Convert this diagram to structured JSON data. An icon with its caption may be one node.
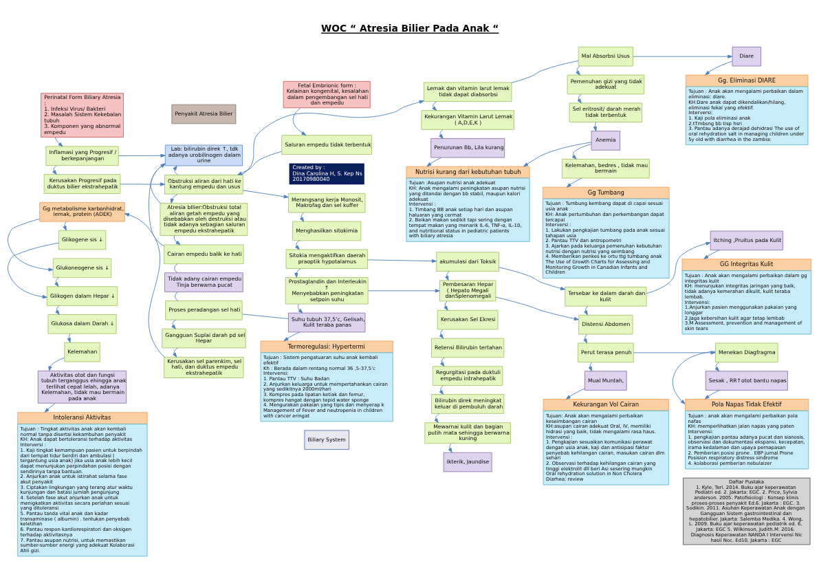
{
  "diagram": {
    "title": "WOC “ Atresia Bilier Pada Anak “",
    "nodes": [
      {
        "text": [
          "Perinatal Form Biliary Atresia :",
          "1. Infeksi Virus/ Bakteri",
          "2. Masalah Sistem Kekebalan tubuh",
          "3. Komponen yang abnormal empedu"
        ]
      },
      {
        "text": [
          "Penyakit Atresia Bilier"
        ]
      },
      {
        "text": [
          "Fetal Embrionic form : Kelainan kongenital, kesalahan dalam pengembangan sel hati dan empedu"
        ]
      },
      {
        "text": [
          "Saluran empedu tidak terbentuk"
        ]
      },
      {
        "text": [
          "Lab: bilirubin direk ↑, tdk adanya urobilinogen dalam urine"
        ]
      },
      {
        "text": [
          "Created by :",
          "Dina Carolina H, S. Kep Ns",
          "20170980040"
        ]
      },
      {
        "text": [
          "Inflamasi yang Progresif / berkepanjangan"
        ]
      },
      {
        "text": [
          "Kerusakan Progresif pada duktus bilier ekstrahepatik"
        ]
      },
      {
        "text": [
          "Obstruksi aliran dari hati ke kantung empedu dan usus"
        ]
      },
      {
        "text": [
          "Atresia bIlier:Obstruksi total aliran getah empedu yang disebabkan oleh destruksi atau tidak adanya sebagian saluran empedu ekstrahepatik"
        ]
      },
      {
        "text": [
          "Gg metabolisme karbonhidrat, lemak, protein (ADEK)"
        ]
      },
      {
        "text": [
          "Glikogene sis ↓"
        ]
      },
      {
        "text": [
          "Glukoneogene sis ↓"
        ]
      },
      {
        "text": [
          "Glikogen dalam Hepar ↓"
        ]
      },
      {
        "text": [
          "Glukosa dalam Darah ↓"
        ]
      },
      {
        "text": [
          "Kelemahan"
        ]
      },
      {
        "text": [
          "Aktivitas otot dan fungsi tubuh terganggus ehingga anak terlihat cepat lelah, adanya Kelemahan, tidak mau bermain pada anak"
        ]
      },
      {
        "text": [
          "Intoleransi Aktivitas",
          "Tujuan : Tingkat aktivitas anak akan kembali normal tanpa disertai kekambuhan penyakit",
          "KH: Anak dapat bertoleransi terhadap aktivitas",
          "Interversi :",
          "1. Kaji tingkat kemampuan pasien untuk berpindah dari tempat tidur berdiri dan ambulasi ( tergantung usia anak) jika usia anak lebih kecil dapat menunjukan perpindahan posisi dengan sendirinya tanpa bantuan.",
          "2. Anjurkan anak untuk istirahat selama fase akut penyakit",
          "3. Ciptakan lingkungan yang terang atur waktu kunjungan dan batasi jumlah pengunjung",
          "4. Setelah fase akut anjurkan anak untuk menigkatkan aktivitas secara perlahan sesuai yang ditoleransi",
          "5. Pantau tanda vital anak dan kadar transaminase ( albumin) . tentukan penyebab keletihan",
          "6. Pantau respon kardiorespiratori dan oksigen terhadap aktivitasnya",
          "7. Pantau asupan nutrisi, untuk memastikan sumber-sumber energi yang adekuat Kolaborasi Ahli gizi."
        ]
      },
      {
        "text": [
          "Cairan empedu balik ke hati"
        ]
      },
      {
        "text": [
          "Tidak adany cairan empedu Tinja berwarna pucat"
        ]
      },
      {
        "text": [
          "Proses peradangan sel hati"
        ]
      },
      {
        "text": [
          "Gangguan Suplai darah pd sel Hepar"
        ]
      },
      {
        "text": [
          "Kerusakan sel parenkim, sel hati, dan duktus empedu ekstrahepatik"
        ]
      },
      {
        "text": [
          "Lemak dan vitamin larut lemak tidak dapat diabsorbsi"
        ]
      },
      {
        "text": [
          "Kekurangan Vitamin Larut Lemak ( A,D,E,K )"
        ]
      },
      {
        "text": [
          "Penurunan Bb, Lila kurang"
        ]
      },
      {
        "text": [
          "Nutrisi kurang dari kebutuhan tubuh",
          "Tujuan :Asupan nutrisi anak adekuat",
          "KH: Anak mengalami peningkatan asupan nutrisi yang ditandai dengan bb stabil, maupun kalori adekuat",
          "Intervensi :",
          "1. Timbang BB anak setiap hari dan asupan haluaran yang cermat",
          "2. Beikan makan sedikit tapi sering dengan tempat makan yang menarik IL-6, TNF-α, IL-10, and nutritional status in pediatric patients with biliary atresia"
        ]
      },
      {
        "text": [
          "Merangsang kerja Monosit, Makrofag dan sel kuffer"
        ]
      },
      {
        "text": [
          "Menghasilkan sitokimia"
        ]
      },
      {
        "text": [
          "Sitokia mengaktifkan daerah praoptik hypotalamus"
        ]
      },
      {
        "text": [
          "Prostaglandin dan Interleukin ↑",
          "Menyebabkan peningkatan setpoin suhu"
        ]
      },
      {
        "text": [
          "Suhu tubuh 37,5’c, Gelisah, Kulit teraba panas"
        ]
      },
      {
        "text": [
          "Termoregulasi: Hypertermi",
          "Tujuan : Sistem pengatuaran suhu anak kembali efektif",
          "Kh : Berada dalam rentang normal 36 ,5-37,5’c",
          "Intervensi:",
          "1. Pantau TTV : Suhu Badan",
          "2. Anjurkan keluarga untuk mempertahankan cairan yang sedikitnya 2000ml/hari",
          "3. Kompres pada lipatan ketiak dan femur, kompres hangat dengan tepid water sponge",
          "4. Mengurakan pakaian yang tipis dan menyerap k Management of Fever and neutropenia in children with cancer eringat"
        ]
      },
      {
        "text": [
          "Biliary System"
        ]
      },
      {
        "text": [
          "akumulasi dari Toksik"
        ]
      },
      {
        "text": [
          "Pembesaran Hepar",
          "( Hepato Megali danSplenomegali"
        ]
      },
      {
        "text": [
          "Kerusakan Sel Ekresi"
        ]
      },
      {
        "text": [
          "Retensi Bilirubin tertahan"
        ]
      },
      {
        "text": [
          "Regurgitasi pada duktuli empedu intrahepatik"
        ]
      },
      {
        "text": [
          "Bilirubin direk meningkat keluar di pembuluh darah"
        ]
      },
      {
        "text": [
          "Mewarnai kulit dan bagian putih mata sehingga berwarna kuning"
        ]
      },
      {
        "text": [
          "Ikterik, Jaundise"
        ]
      },
      {
        "text": [
          "Tersebar ke dalam darah dan kulit"
        ]
      },
      {
        "text": [
          "Itching ,Pruitus pada Kulit"
        ]
      },
      {
        "text": [
          "GG Integritas Kulit",
          "Tujuan : Anak akan mengalami perbaikan dalam gg integritas kulit",
          "KH: menunjukan integritas jaringan yang baik, tidak adanya kemerahan dikulit, kulit teraba lembab.",
          "Intervensi:",
          "1.Anjurkan pasien menggunakan pakaian yang longgar",
          "2.Jaga kebersihan kulit agar tetap lembab",
          "3.M Assessment, prevention and management of skin tears"
        ]
      },
      {
        "text": [
          "Distensi Abdomen"
        ]
      },
      {
        "text": [
          "Perut terasa penuh"
        ]
      },
      {
        "text": [
          "Menekan Diagfragma"
        ]
      },
      {
        "text": [
          "Mual Muntah,"
        ]
      },
      {
        "text": [
          "Sesak , RR↑otot bantu napas"
        ]
      },
      {
        "text": [
          "Kekurangan Vol Cairan",
          "Tujuan: Anak akan mengalami perbaikan keseimbangan cairan",
          "KH:asupan cairan adekuat Oral, IV, memiliki hidrasi yang baik, tidak mengalami rasa haus.",
          "Intervensi :",
          "1. Pengkajian sesuaikan komunikasi perawat dengan usia anak, kaji dan antisipasi faktor penyebab kehilangan cairan, masukan cairan dlm sehari",
          "2. Observasi terhadap kehilangan cairan yang tinggi elektrolit dll beri Asi sesering mungkin Oral rehydration solution in Non Cholera Diarhea: review"
        ]
      },
      {
        "text": [
          "Pola Napas Tidak Efektif",
          "Tujuan : anak akan mengalami perbaikan pola nafas",
          "KH: memperlihatkan jalan napas yang paten",
          "Intervensi:",
          "1. pengkajian pantau adanya pucat dan sianosis, observasi dan dokumentasi ekspansi, kecepatan, irama kedalaman dan upaya pernapasan",
          "2. Pemberian posisi prone . EBP jurnal Prone Posision respiratory distress sindrome",
          "4. kolaborasi pemberian nebulaizer"
        ]
      },
      {
        "text": [
          "Mal Absorbsi Usus"
        ]
      },
      {
        "text": [
          "Diare"
        ]
      },
      {
        "text": [
          "Gg. Eliminasi DIARE",
          "Tujuan : Anak akan mengalami perbaikan dalam eliminasi: diare.",
          "KH:Dare anak dapat dikendalikan/hilang, eliminasi fekal yang efektif.",
          "Interversi:",
          "1. Kaji pola eliminasi anak",
          "2.tTmbsng bb tisp hsri",
          "3. Pantau adanya derajad dehidrasi The use of oral rehydration salt in managing children under 5y old with diarrhea in the zambia:"
        ]
      },
      {
        "text": [
          "Pemenuhan gizi yang tidak adekuat"
        ]
      },
      {
        "text": [
          "Sel eritrosit/ darah merah tidak terbentuk"
        ]
      },
      {
        "text": [
          "Anemia"
        ]
      },
      {
        "text": [
          "Kelemahan, bedres , tidak mau bermain"
        ]
      },
      {
        "text": [
          "Gg Tumbang",
          "Tujuan : Tumbung kembang dapat di capai sesuai usia anak",
          "KH: Anak pertumbuhan dan perkembangan dapat tercapai",
          "Interversi :",
          "1. Lakukan pengkajian tumbang pada anak sesuai tahapan usia",
          "2. Pantau TTV dan antropometri",
          "3. Ajarkan pada keluarga pemenuhan kebutuhan nutrisi dengan nutrisi yang seimbang",
          "4. Memberikan penkes ke ortu ttg tumbang anak The Use of Growth Charts for Assessing and Monitoring Growth in Canadian Infants and Children"
        ]
      },
      {
        "text": [
          "Daftar Pustaka",
          "1. Kyle, Teri. 2014. Buku ajar keperawatan Pediatri ed. 2. Jakarta: EGC. 2. Price, Sylvia anderson. 2005. Patofisiologi : Konsep klinis proses-proses penyakit Ed.6. Jakarta : EGC. 3. Sodikin. 2011. Asuhan Keperawatan Anak dengan Gangguan Sistem gastrointestinal dan hepatobilier. Jakarta: Salemba Medika. 4. Wong, L. 2009. Buku ajar keperawatan pediatrik ed. 6, Jakarta: EGC 5. Wilkinson, Judith.M. 2016. Diagnosis Keperawatan NANDA I Intervensi Nic hasil Noc. Ed10, Jakarta : EGC"
        ]
      }
    ],
    "edges": [
      {
        "from": 0,
        "to": 6,
        "arrow": "to"
      },
      {
        "from": 6,
        "to": 7,
        "arrow": "to"
      },
      {
        "from": 6,
        "to": 4,
        "arrow": "to"
      },
      {
        "from": 2,
        "to": 3,
        "arrow": "to"
      },
      {
        "from": 7,
        "to": 8,
        "arrow": "to"
      },
      {
        "from": 3,
        "to": 8,
        "arrow": "to"
      },
      {
        "from": 8,
        "to": 4,
        "arrow": "to"
      },
      {
        "from": 8,
        "to": 23,
        "arrow": "to"
      },
      {
        "from": 8,
        "to": 27,
        "arrow": "to"
      },
      {
        "from": 8,
        "to": 9,
        "arrow": "to"
      },
      {
        "from": 9,
        "to": 4,
        "arrow": "to"
      },
      {
        "from": 9,
        "to": 18,
        "arrow": "to"
      },
      {
        "from": 18,
        "to": 4,
        "arrow": "to"
      },
      {
        "from": 18,
        "to": 19,
        "arrow": "none"
      },
      {
        "from": 19,
        "to": 20,
        "arrow": "none"
      },
      {
        "from": 20,
        "to": 21,
        "arrow": "to"
      },
      {
        "from": 21,
        "to": 22,
        "arrow": "to"
      },
      {
        "from": 20,
        "to": 31,
        "arrow": "none"
      },
      {
        "from": 22,
        "to": 10,
        "arrow": "to"
      },
      {
        "from": 10,
        "to": 11,
        "arrow": "to"
      },
      {
        "from": 10,
        "to": 12,
        "arrow": "to"
      },
      {
        "from": 11,
        "to": 13,
        "arrow": "to"
      },
      {
        "from": 12,
        "to": 13,
        "arrow": "to"
      },
      {
        "from": 13,
        "to": 14,
        "arrow": "to"
      },
      {
        "from": 14,
        "to": 15,
        "arrow": "to"
      },
      {
        "from": 15,
        "to": 16,
        "arrow": "to"
      },
      {
        "from": 16,
        "to": 17,
        "arrow": "to"
      },
      {
        "from": 27,
        "to": 28,
        "arrow": "to"
      },
      {
        "from": 28,
        "to": 29,
        "arrow": "to"
      },
      {
        "from": 29,
        "to": 30,
        "arrow": "to"
      },
      {
        "from": 29,
        "to": 34,
        "arrow": "to"
      },
      {
        "from": 30,
        "to": 31,
        "arrow": "to"
      },
      {
        "from": 30,
        "to": 35,
        "arrow": "to"
      },
      {
        "from": 31,
        "to": 32,
        "arrow": "to"
      },
      {
        "from": 34,
        "to": 35,
        "arrow": "to"
      },
      {
        "from": 34,
        "to": 42,
        "arrow": "to"
      },
      {
        "from": 35,
        "to": 36,
        "arrow": "to"
      },
      {
        "from": 35,
        "to": 45,
        "arrow": "to"
      },
      {
        "from": 36,
        "to": 37,
        "arrow": "to"
      },
      {
        "from": 37,
        "to": 38,
        "arrow": "to"
      },
      {
        "from": 38,
        "to": 39,
        "arrow": "to"
      },
      {
        "from": 39,
        "to": 40,
        "arrow": "to"
      },
      {
        "from": 40,
        "to": 41,
        "arrow": "to"
      },
      {
        "from": 42,
        "to": 43,
        "arrow": "to"
      },
      {
        "from": 42,
        "to": 45,
        "arrow": "to"
      },
      {
        "from": 43,
        "to": 44,
        "arrow": "to"
      },
      {
        "from": 45,
        "to": 46,
        "arrow": "to"
      },
      {
        "from": 46,
        "to": 47,
        "arrow": "to"
      },
      {
        "from": 46,
        "to": 48,
        "arrow": "to"
      },
      {
        "from": 47,
        "to": 49,
        "arrow": "to"
      },
      {
        "from": 47,
        "to": 51,
        "arrow": "to"
      },
      {
        "from": 49,
        "to": 51,
        "arrow": "to"
      },
      {
        "from": 48,
        "to": 50,
        "arrow": "to"
      },
      {
        "from": 23,
        "to": 24,
        "arrow": "to"
      },
      {
        "from": 24,
        "to": 25,
        "arrow": "to"
      },
      {
        "from": 25,
        "to": 26,
        "arrow": "to"
      },
      {
        "from": 23,
        "to": 52,
        "arrow": "none"
      },
      {
        "from": 52,
        "to": 53,
        "arrow": "to"
      },
      {
        "from": 53,
        "to": 54,
        "arrow": "to"
      },
      {
        "from": 52,
        "to": 55,
        "arrow": "to"
      },
      {
        "from": 55,
        "to": 56,
        "arrow": "to"
      },
      {
        "from": 56,
        "to": 57,
        "arrow": "to"
      },
      {
        "from": 57,
        "to": 58,
        "arrow": "to"
      },
      {
        "from": 58,
        "to": 59,
        "arrow": "to"
      },
      {
        "from": 57,
        "to": 26,
        "arrow": "to"
      }
    ]
  }
}
